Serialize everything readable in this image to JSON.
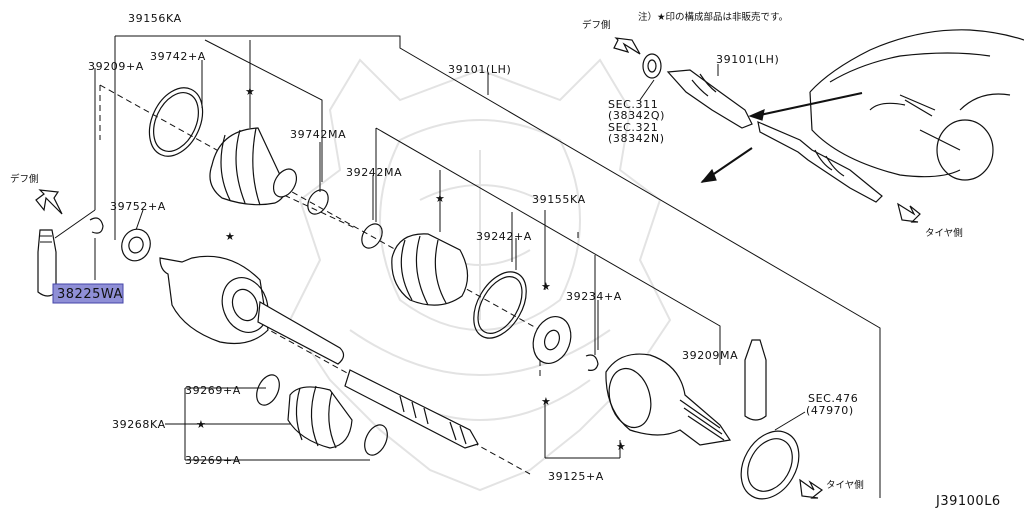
{
  "notes": {
    "not_sold": "注）★印の構成部品は非販売です。",
    "diff_side_left": "デフ側",
    "diff_side_top": "デフ側",
    "tire_side_mid": "タイヤ側",
    "tire_side_bottom": "タイヤ側"
  },
  "parts": {
    "p39156ka": "39156KA",
    "p39742a": "39742+A",
    "p39209a": "39209+A",
    "p39101lh_main": "39101(LH)",
    "p39101lh_small": "39101(LH)",
    "p39742ma": "39742MA",
    "p39242ma": "39242MA",
    "p39752a": "39752+A",
    "p39155ka": "39155KA",
    "p39242a": "39242+A",
    "p38225wa": "38225WA",
    "p39234a": "39234+A",
    "p39209ma": "39209MA",
    "p39269a_top": "39269+A",
    "p39268ka": "39268KA",
    "p39269a_bottom": "39269+A",
    "p39125a": "39125+A",
    "sec476": "SEC.476",
    "sec476_code": "(47970)",
    "sec311": "SEC.311",
    "sec311_code": "(38342Q)",
    "sec321": "SEC.321",
    "sec321_code": "(38342N)"
  },
  "diagram_code": "J39100L6",
  "highlight_part": "38225WA"
}
